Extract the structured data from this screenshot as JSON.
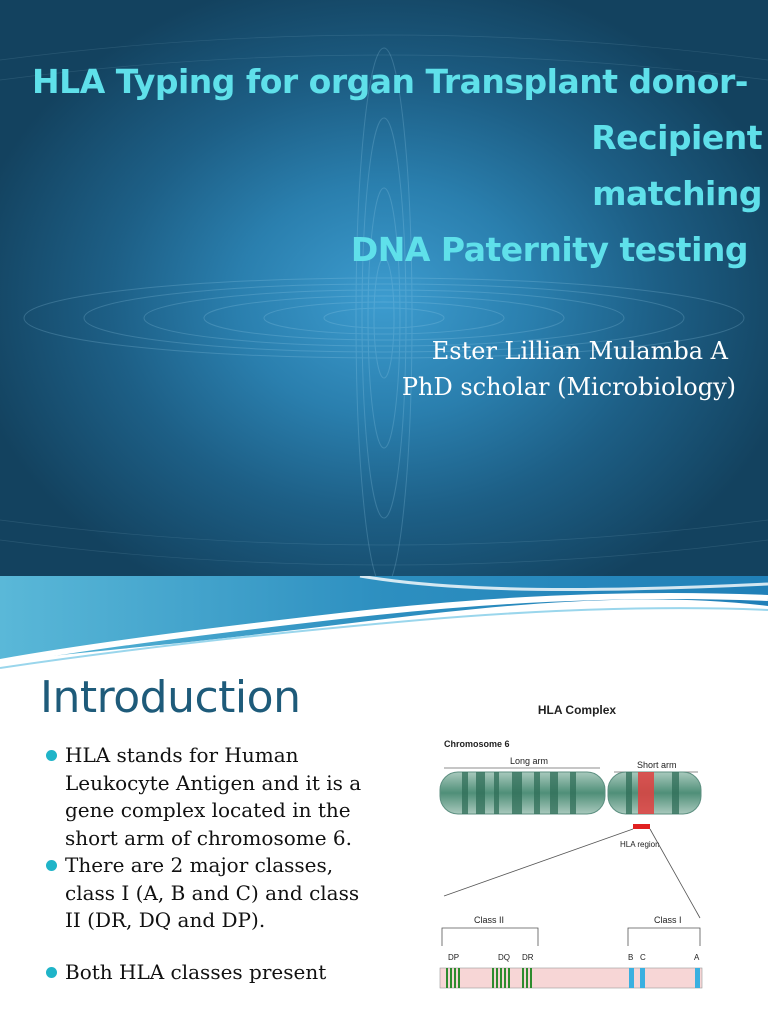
{
  "slide1": {
    "title_lines": [
      "HLA Typing for organ Transplant donor-",
      "Recipient",
      "matching",
      "DNA Paternity testing"
    ],
    "author_lines": [
      "Ester Lillian Mulamba A",
      "PhD scholar (Microbiology)"
    ]
  },
  "slide2": {
    "title": "Introduction",
    "bullets": [
      "HLA stands for Human Leukocyte Antigen and it is a gene complex located in the short arm of chromosome 6.",
      "There are 2 major classes, class I (A, B and C) and class II (DR, DQ and DP).",
      "Both HLA classes present"
    ],
    "figure": {
      "title": "HLA Complex",
      "chromosome_label": "Chromosome 6",
      "long_arm_label": "Long arm",
      "short_arm_label": "Short arm",
      "region_label": "HLA region",
      "class2_label": "Class II",
      "class1_label": "Class I",
      "loci": [
        "DP",
        "DQ",
        "DR",
        "B",
        "C",
        "A"
      ]
    }
  },
  "colors": {
    "title_cyan": "#5fe0ea",
    "intro_title": "#1e5b7a",
    "bullet_dot": "#1fb4c8",
    "class2_marker": "#2e8b2e",
    "class1_marker": "#3ab0e0",
    "hla_region": "#e02020"
  }
}
